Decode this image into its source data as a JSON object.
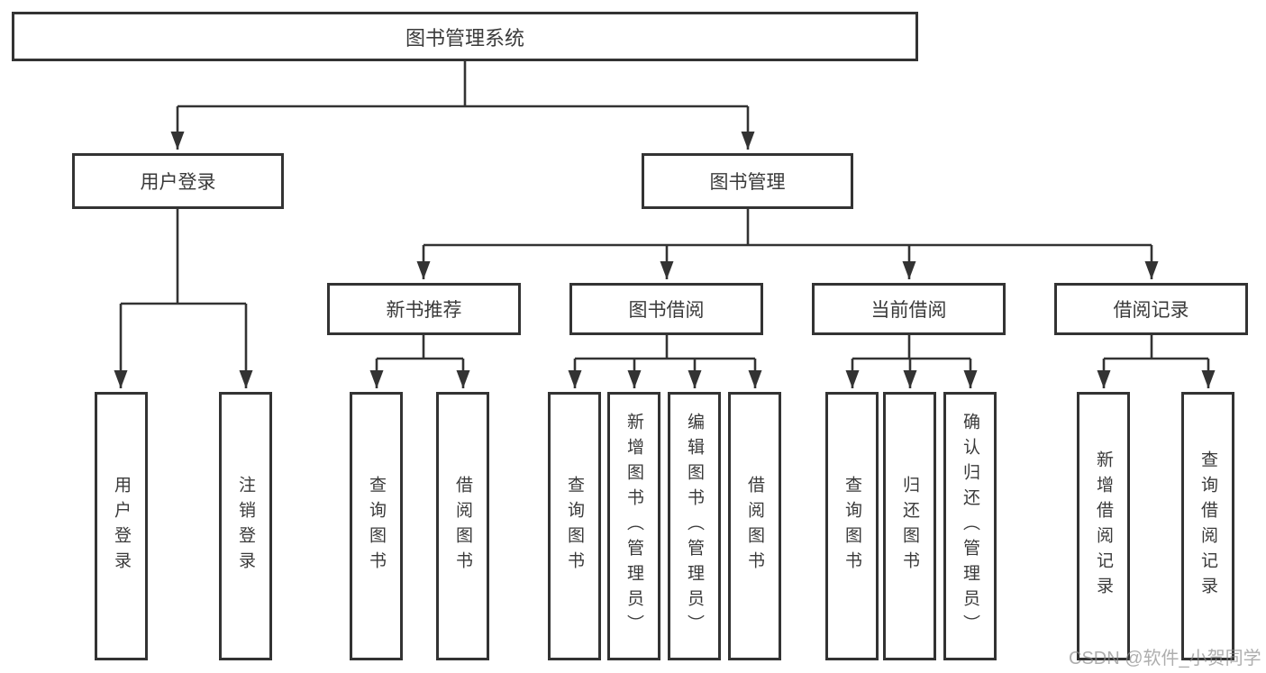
{
  "diagram": {
    "root": {
      "label": "图书管理系统"
    },
    "branches": [
      {
        "label": "用户登录",
        "leaves": [
          {
            "label": "用户登录"
          },
          {
            "label": "注销登录"
          }
        ]
      },
      {
        "label": "图书管理",
        "groups": [
          {
            "label": "新书推荐",
            "leaves": [
              {
                "label": "查询图书"
              },
              {
                "label": "借阅图书"
              }
            ]
          },
          {
            "label": "图书借阅",
            "leaves": [
              {
                "label": "查询图书"
              },
              {
                "label": "新增图书（管理员）"
              },
              {
                "label": "编辑图书（管理员）"
              },
              {
                "label": "借阅图书"
              }
            ]
          },
          {
            "label": "当前借阅",
            "leaves": [
              {
                "label": "查询图书"
              },
              {
                "label": "归还图书"
              },
              {
                "label": "确认归还（管理员）"
              }
            ]
          },
          {
            "label": "借阅记录",
            "leaves": [
              {
                "label": "新增借阅记录"
              },
              {
                "label": "查询借阅记录"
              }
            ]
          }
        ]
      }
    ]
  },
  "watermark": {
    "text": "CSDN @软件_小贺同学"
  },
  "colors": {
    "line": "#333333",
    "text": "#3a3a3a",
    "box_background": "#ffffff",
    "watermark": "#8c8c8c"
  }
}
